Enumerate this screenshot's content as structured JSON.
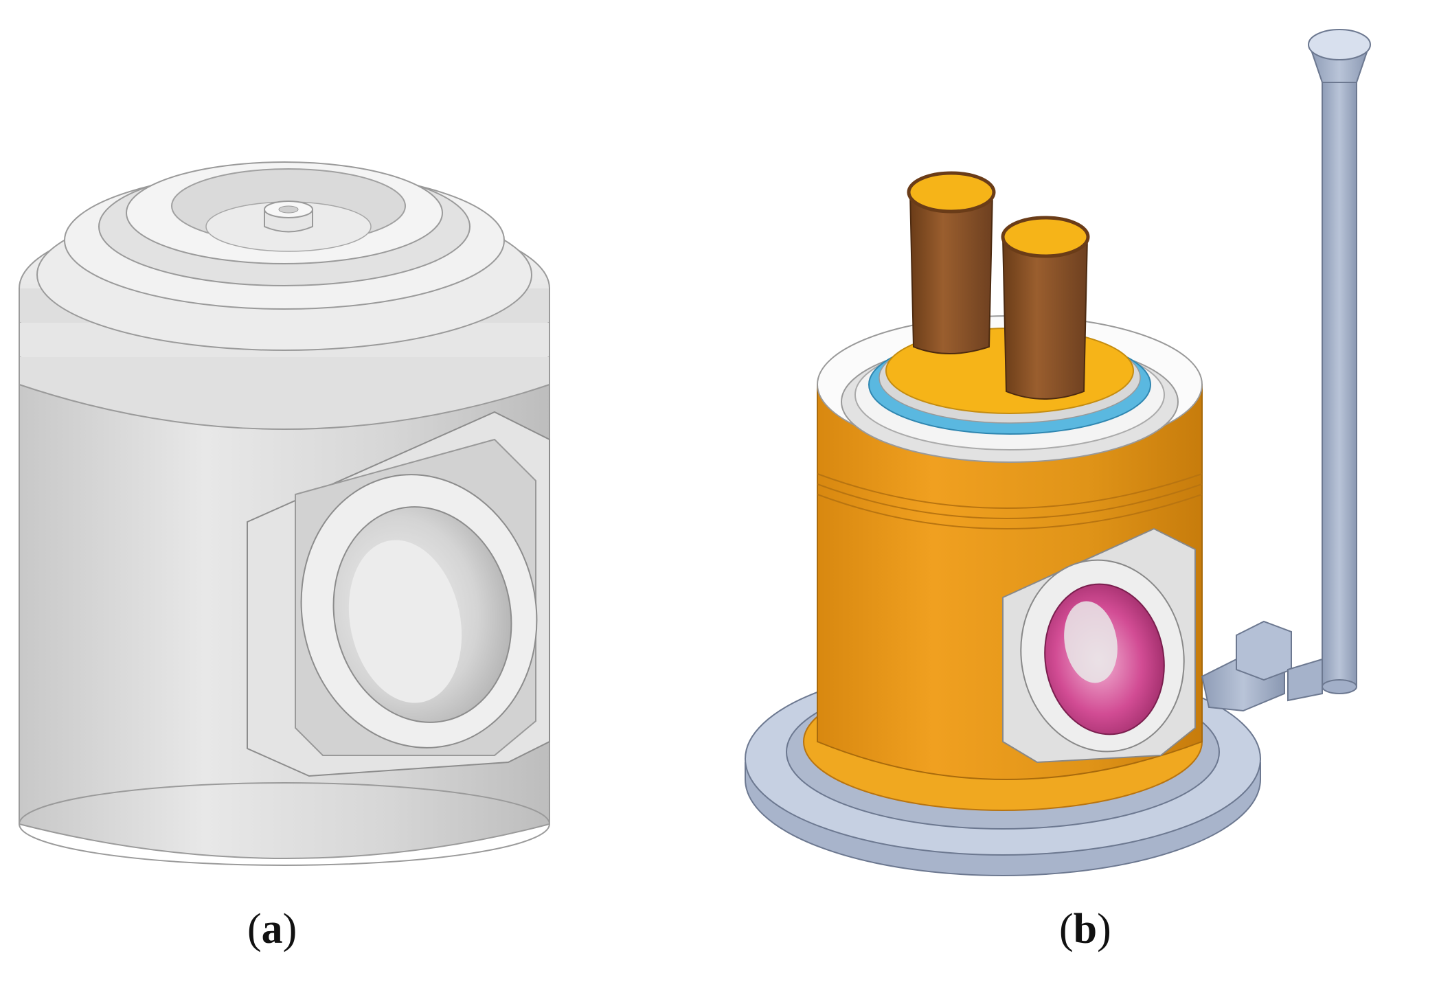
{
  "panels": [
    {
      "id": "a",
      "caption_open": "(",
      "caption_letter": "a",
      "caption_close": ")"
    },
    {
      "id": "b",
      "caption_open": "(",
      "caption_letter": "b",
      "caption_close": ")"
    }
  ],
  "colors": {
    "piston_gray": "#d9d9d9",
    "mold_orange": "#f0a020",
    "riser_brown": "#8a5228",
    "riser_top": "#f6b418",
    "cyan_ring": "#5ab8e0",
    "magenta_core": "#d04a92",
    "base_steel": "#b8c4d8",
    "sprue_steel": "#9fb0cc"
  }
}
